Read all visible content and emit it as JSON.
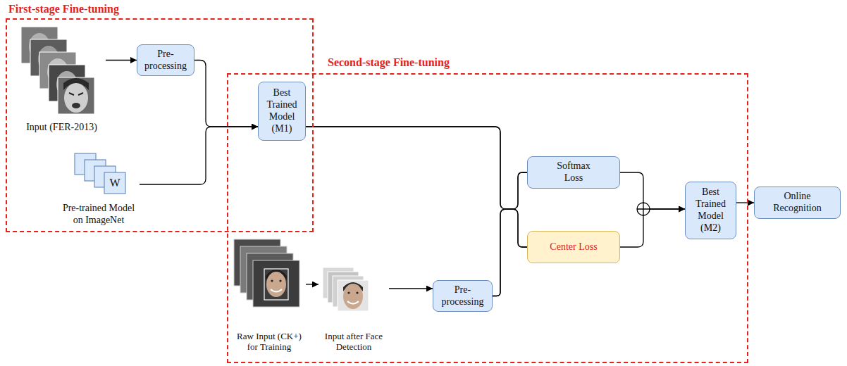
{
  "diagram": {
    "nodes": [
      {
        "text": [
          "First-stage Fine-tuning"
        ]
      },
      {
        "text": [
          "Input (FER-2013)"
        ],
        "in": 0
      },
      {
        "text": [
          "Pre-processing"
        ],
        "in": 0
      },
      {
        "text": [
          "W",
          "Pre-trained Model on ImageNet"
        ],
        "in": 0
      },
      {
        "text": [
          "Second-stage Fine-tuning"
        ]
      },
      {
        "text": [
          "Best Trained Model (M1)"
        ],
        "in": 4
      },
      {
        "text": [
          "Softmax Loss"
        ],
        "in": 4
      },
      {
        "text": [
          "Center Loss"
        ],
        "in": 4
      },
      {
        "text": [
          "Best Trained Model (M2)"
        ],
        "in": 4
      },
      {
        "text": [
          "Online Recognition"
        ]
      },
      {
        "text": [
          "Raw Input (CK+) for Training"
        ],
        "in": 4
      },
      {
        "text": [
          "Input after Face Detection"
        ],
        "in": 4
      },
      {
        "text": [
          "Pre-processing"
        ],
        "in": 4
      }
    ],
    "edges": [
      {
        "from": 1,
        "to": 2,
        "arrow": "to"
      },
      {
        "from": 2,
        "to": 5,
        "arrow": "to"
      },
      {
        "from": 3,
        "to": 5,
        "arrow": "to"
      },
      {
        "from": 5,
        "to": 6,
        "arrow": "none"
      },
      {
        "from": 5,
        "to": 7,
        "arrow": "none"
      },
      {
        "from": 12,
        "to": 6,
        "arrow": "none"
      },
      {
        "from": 12,
        "to": 7,
        "arrow": "none"
      },
      {
        "from": 6,
        "to": 8,
        "arrow": "to"
      },
      {
        "from": 7,
        "to": 8,
        "arrow": "to"
      },
      {
        "from": 8,
        "to": 9,
        "arrow": "to"
      },
      {
        "from": 10,
        "to": 11,
        "arrow": "to"
      },
      {
        "from": 11,
        "to": 12,
        "arrow": "to"
      }
    ]
  }
}
